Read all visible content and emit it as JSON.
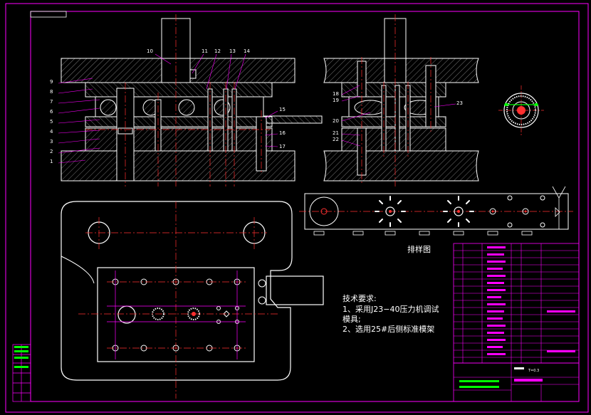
{
  "colors": {
    "background": "#000000",
    "frame": "#ff00ff",
    "outline": "#ffffff",
    "centerline": "#ff3030",
    "hatch": "#d0d0d0",
    "table": "#ff00ff",
    "accent_green": "#00ff00",
    "leader": "#ff00ff"
  },
  "front_view": {
    "part_numbers": [
      "9",
      "8",
      "7",
      "6",
      "5",
      "4",
      "3",
      "2",
      "1"
    ],
    "top_numbers": [
      "10",
      "11",
      "12",
      "13",
      "14"
    ],
    "right_numbers": [
      "15",
      "16",
      "17"
    ]
  },
  "side_view": {
    "part_numbers": [
      "18",
      "19",
      "20",
      "21",
      "22"
    ],
    "right_numbers": [
      "23"
    ]
  },
  "strip_layout": {
    "label": "排样图"
  },
  "notes": {
    "heading": "技术要求:",
    "line1": "1、采用J23−40压力机调试",
    "line2": "模具;",
    "line3": "2、选用25#后侧标准模架"
  },
  "title_block": {
    "thickness": "T=0.3"
  }
}
